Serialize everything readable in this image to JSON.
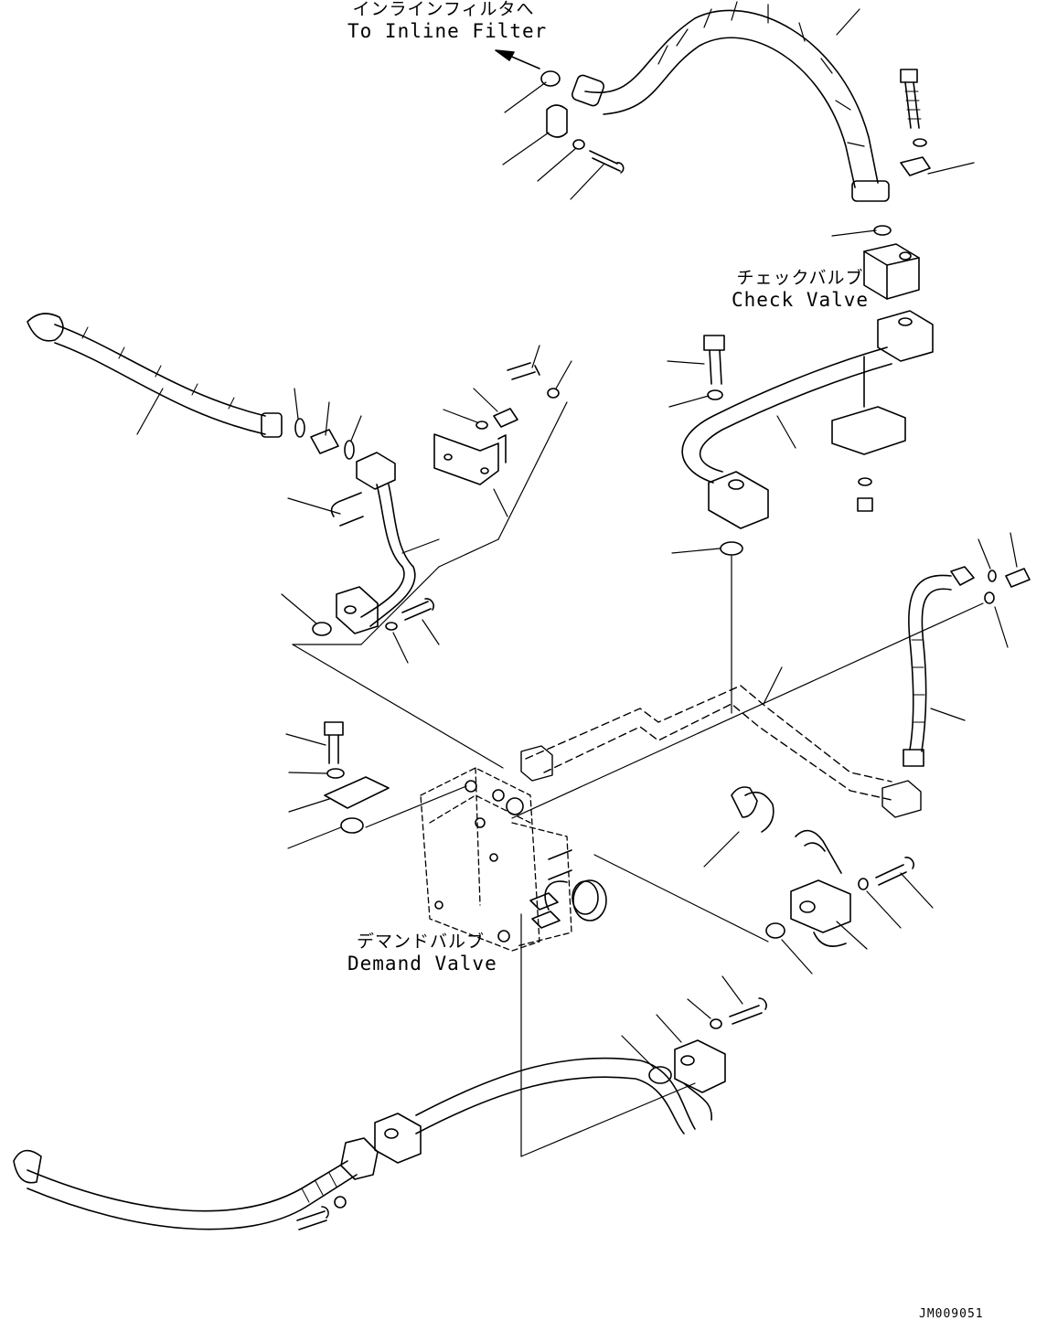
{
  "labels": {
    "inline_filter": {
      "ja": "インラインフィルタへ",
      "en": "To Inline Filter"
    },
    "check_valve": {
      "ja": "チェックバルブ",
      "en": "Check Valve"
    },
    "demand_valve": {
      "ja": "デマンドバルブ",
      "en": "Demand Valve"
    }
  },
  "drawing_code": "JM009051",
  "colors": {
    "line": "#000000",
    "background": "#ffffff"
  }
}
